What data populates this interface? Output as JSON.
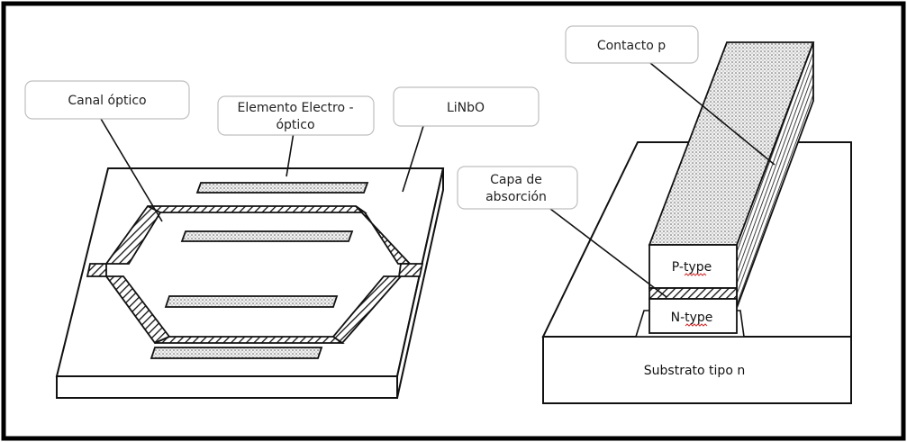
{
  "left_figure": {
    "callouts": {
      "optical_channel": "Canal óptico",
      "electro_optic_element_line1": "Elemento Electro -",
      "electro_optic_element_line2": "óptico",
      "substrate_material": "LiNbO"
    }
  },
  "right_figure": {
    "callouts": {
      "p_contact": "Contacto p",
      "absorption_layer_line1": "Capa de",
      "absorption_layer_line2": "absorción"
    },
    "layer_labels": {
      "p_type": "P-type",
      "n_type": "N-type",
      "substrate": "Substrato tipo n"
    }
  },
  "colors": {
    "frame": "#000000",
    "line": "#111111",
    "callout_border": "#bfbfbf",
    "spellcheck_underline": "#d03030"
  }
}
